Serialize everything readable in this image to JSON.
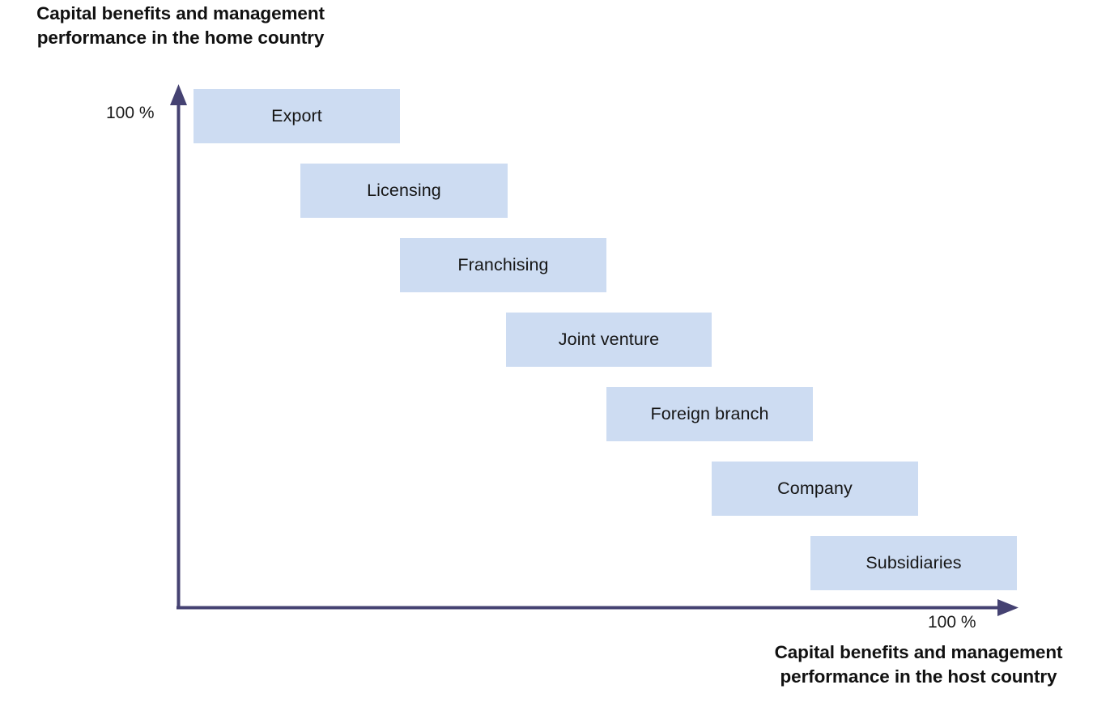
{
  "chart_data": {
    "type": "bar",
    "title": "",
    "orientation": "stepped-horizontal-bars",
    "ylabel": "Capital benefits and management performance in the home country",
    "xlabel": "Capital benefits and management performance in the host country",
    "y_tick_labels": [
      "100 %"
    ],
    "x_tick_labels": [
      "100 %"
    ],
    "xlim": [
      0,
      100
    ],
    "ylim": [
      0,
      100
    ],
    "grid": false,
    "legend": null,
    "categories": [
      "Export",
      "Licensing",
      "Franchising",
      "Joint venture",
      "Foreign branch",
      "Company",
      "Subsidiaries"
    ],
    "bars": [
      {
        "label": "Export",
        "x_start_pct": 2,
        "x_end_pct": 26,
        "home_pct": 100,
        "host_pct": 12
      },
      {
        "label": "Licensing",
        "x_start_pct": 14,
        "x_end_pct": 39,
        "home_pct": 87,
        "host_pct": 26
      },
      {
        "label": "Franchising",
        "x_start_pct": 26,
        "x_end_pct": 51,
        "home_pct": 74,
        "host_pct": 39
      },
      {
        "label": "Joint venture",
        "x_start_pct": 39,
        "x_end_pct": 63,
        "home_pct": 61,
        "host_pct": 51
      },
      {
        "label": "Foreign branch",
        "x_start_pct": 51,
        "x_end_pct": 75,
        "home_pct": 49,
        "host_pct": 63
      },
      {
        "label": "Company",
        "x_start_pct": 63,
        "x_end_pct": 88,
        "home_pct": 36,
        "host_pct": 75
      },
      {
        "label": "Subsidiaries",
        "x_start_pct": 75,
        "x_end_pct": 100,
        "home_pct": 23,
        "host_pct": 88
      }
    ],
    "colors": {
      "bar_fill": "#cddcf2",
      "axis": "#454272",
      "label_text": "#161616",
      "title_text": "#111111",
      "background": "#ffffff"
    }
  },
  "axes": {
    "y_title": "Capital benefits and management performance in the home country",
    "x_title": "Capital benefits and management performance in the host country",
    "y_tick": "100 %",
    "x_tick": "100 %"
  },
  "bar_labels": {
    "b0": "Export",
    "b1": "Licensing",
    "b2": "Franchising",
    "b3": "Joint venture",
    "b4": "Foreign branch",
    "b5": "Company",
    "b6": "Subsidiaries"
  }
}
